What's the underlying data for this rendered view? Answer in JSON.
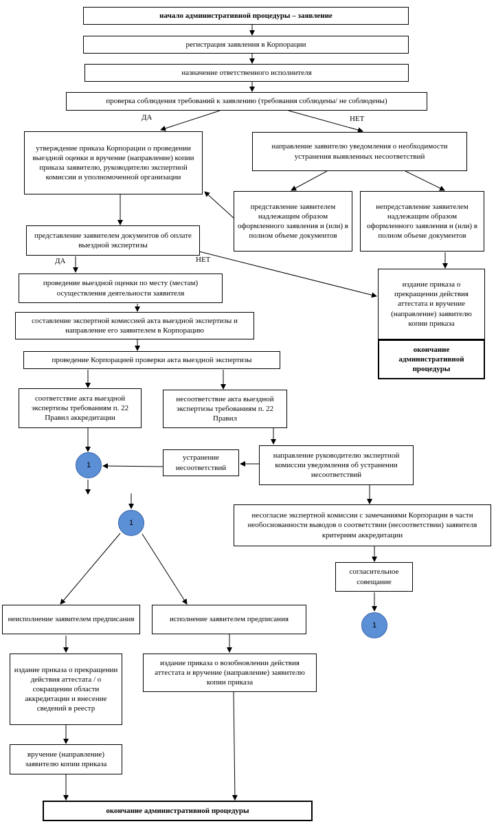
{
  "boxes": {
    "start": "начало административной процедуры – заявление",
    "registration": "регистрация заявления в Корпорации",
    "assign": "назначение ответственного исполнителя",
    "check": "проверка соблюдения требований к заявлению (требования соблюдены/ не соблюдены)",
    "approve_order": "утверждение приказа Корпорации о проведении выездной оценки и вручение (направление) копии приказа заявителю, руководителю экспертной комиссии и уполномоченной организации",
    "notice_fix": "направление заявителю уведомления о необходимости устранения выявленных несоответствий",
    "submitted_ok": "представление заявителем надлежащим образом оформленного заявления и (или) в полном объеме документов",
    "not_submitted": "непредставление заявителем надлежащим образом оформленного заявления и (или) в полном объеме документов",
    "payment_docs": "представление заявителем документов об оплате выездной экспертизы",
    "onsite_eval": "проведение выездной оценки по месту (местам) осуществления деятельности заявителя",
    "terminate_order": "издание приказа о прекращении действия аттестата и вручение (направление) заявителю копии приказа",
    "end_right": "окончание административной процедуры",
    "act_compile": "составление экспертной комиссией акта выездной экспертизы и направление его заявителем в Корпорацию",
    "act_check": "проведение Корпорацией проверки акта выездной экспертизы",
    "act_ok": "соответствие акта выездной экспертизы требованиям п. 22 Правил аккредитации",
    "act_fail": "несоответствие акта выездной экспертизы требованиям п. 22 Правил",
    "eliminate": "устранение несоответствий",
    "notify_head": "направление руководителю экспертной комиссии уведомления об устранении несоответствий",
    "disagree": "несогласие экспертной комиссии с замечаниями Корпорации в части необоснованности выводов о соответствии (несоответствии) заявителя критериям аккредитации",
    "conciliation": "согласительное совещание",
    "not_executed": "неисполнение заявителем предписания",
    "executed": "исполнение заявителем предписания",
    "terminate_reduce": "издание приказа о прекращении действия аттестата / о сокращении области аккредитации и внесение сведений в реестр",
    "resume_order": "издание приказа о возобновлении действия аттестата и вручение (направление) заявителю копии приказа",
    "deliver_copy": "вручение (направление) заявителю копии приказа",
    "end_bottom": "окончание административной процедуры"
  },
  "labels": {
    "yes1": "ДА",
    "no1": "НЕТ",
    "yes2": "ДА",
    "no2": "НЕТ"
  },
  "connectors": {
    "c1": "1",
    "c2": "1",
    "c3": "1"
  },
  "colors": {
    "connector_fill": "#5b8fd6",
    "line": "#000000"
  }
}
